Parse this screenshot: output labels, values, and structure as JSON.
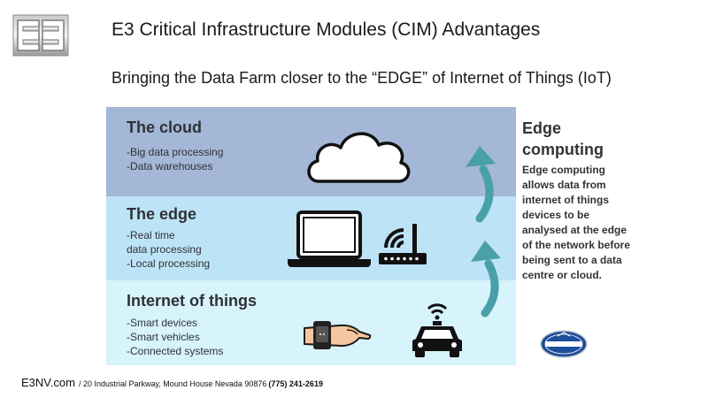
{
  "title": "E3 Critical Infrastructure Modules (CIM) Advantages",
  "subtitle": "Bringing the Data Farm closer to the “EDGE” of Internet of Things (IoT)",
  "layers": [
    {
      "title": "The cloud",
      "items": [
        "-Big data processing",
        "-Data warehouses"
      ],
      "icon": "cloud-icon",
      "color": "#a4b7d6"
    },
    {
      "title": "The edge",
      "items": [
        "-Real time",
        " data processing",
        "-Local processing"
      ],
      "icon": "laptop-icon",
      "color": "#bde3f6"
    },
    {
      "title": "Internet of things",
      "items": [
        "-Smart devices",
        "-Smart vehicles",
        "-Connected systems"
      ],
      "icon": "smartwatch-icon",
      "color": "#d7f3fb"
    }
  ],
  "side": {
    "title": "Edge computing",
    "body": "Edge computing allows data from internet of things devices to be analysed at the edge of the network before being sent to a data centre or cloud."
  },
  "accent": "#4aa0a8",
  "footer": {
    "site": "E3NV.com",
    "address": "/ 20 Industrial Parkway, Mound House Nevada 90876",
    "phone": "(775) 241-2619"
  }
}
